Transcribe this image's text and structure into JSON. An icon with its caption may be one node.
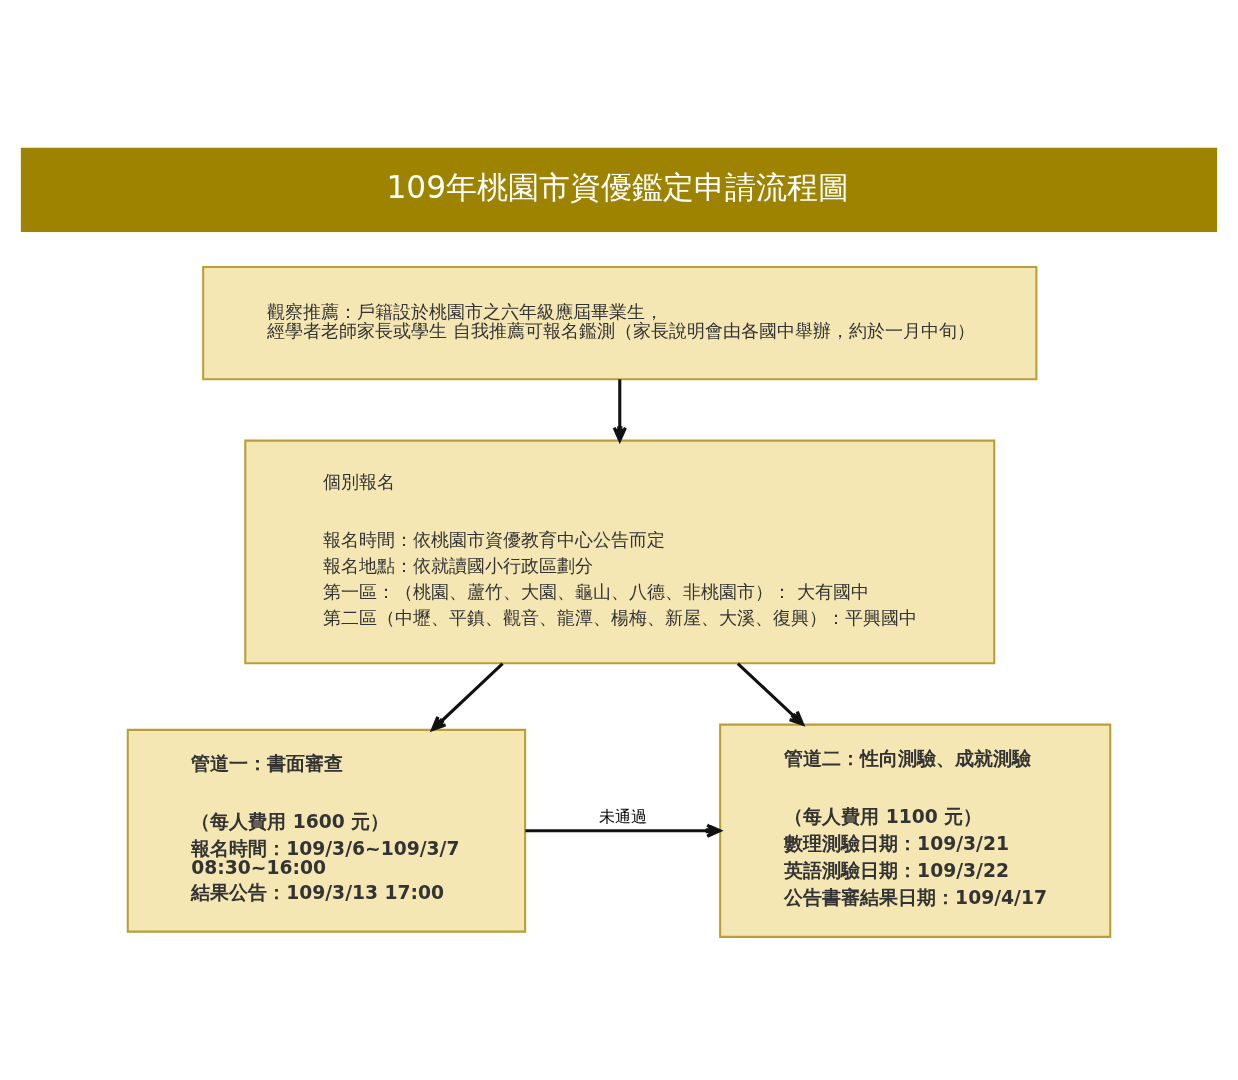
{
  "diagram": {
    "title": "109年桃園市資優鑑定申請流程圖",
    "nodes": [
      {
        "text": [
          "觀察推薦：戶籍設於桃園市之六年級應屆畢業生，經學者老師家長或學生 自我推薦可報名鑑測（家長說明會由各國中舉辦，約於一月中旬）"
        ]
      },
      {
        "text": [
          "個別報名",
          "報名時間：依桃園市資優教育中心公告而定",
          "報名地點：依就讀國小行政區劃分",
          "第一區：（桃園、蘆竹、大園、龜山、八德、非桃園市）： 大有國中",
          "第二區（中壢、平鎮、觀音、龍潭、楊梅、新屋、大溪、復興）：平興國中"
        ]
      },
      {
        "text": [
          "管道一：書面審查",
          "（每人費用 1600 元）",
          "報名時間：109/3/6~109/3/7 08:30~16:00",
          "結果公告：109/3/13 17:00"
        ]
      },
      {
        "text": [
          "管道二：性向測驗、成就測驗",
          "（每人費用 1100 元）",
          "數理測驗日期：109/3/21",
          "英語測驗日期：109/3/22",
          "公告書審結果日期：109/4/17"
        ]
      }
    ],
    "edges": [
      {
        "from": 0,
        "to": 1,
        "arrow": "to"
      },
      {
        "from": 1,
        "to": 2,
        "arrow": "to"
      },
      {
        "from": 1,
        "to": 3,
        "arrow": "to"
      },
      {
        "from": 2,
        "to": 3,
        "arrow": "to",
        "label": "未通過"
      }
    ]
  }
}
